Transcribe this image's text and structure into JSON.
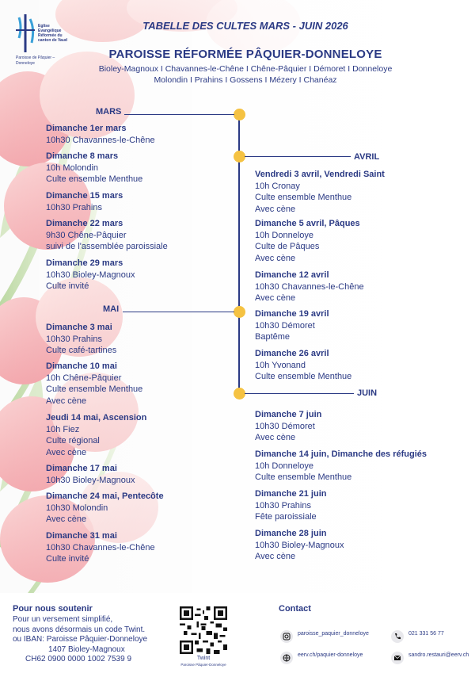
{
  "header": {
    "title": "TABELLE DES CULTES MARS - JUIN 2026",
    "parish": "PAROISSE RÉFORMÉE PÂQUIER-DONNELOYE",
    "villages_line1": "Bioley-Magnoux I Chavannes-le-Chêne I Chêne-Pâquier I Démoret I Donneloye",
    "villages_line2": "Molondin I Prahins I Gossens I Mézery I Chanéaz"
  },
  "logo": {
    "text": "Eglise Evangélique Réformée du canton de Vaud",
    "sub": "Paroisse de Pâquier – Donneloye"
  },
  "months": {
    "mars": "MARS",
    "avril": "AVRIL",
    "mai": "MAI",
    "juin": "JUIN"
  },
  "events": {
    "m1": {
      "date": "Dimanche 1er mars",
      "lines": [
        "10h30 Chavannes-le-Chêne"
      ]
    },
    "m2": {
      "date": "Dimanche 8 mars",
      "lines": [
        "10h Molondin",
        "Culte ensemble Menthue"
      ]
    },
    "m3": {
      "date": "Dimanche 15 mars",
      "lines": [
        "10h30 Prahins"
      ]
    },
    "m4": {
      "date": "Dimanche 22 mars",
      "lines": [
        "9h30 Chêne-Pâquier",
        "suivi de l'assemblée paroissiale"
      ]
    },
    "m5": {
      "date": "Dimanche 29 mars",
      "lines": [
        "10h30 Bioley-Magnoux",
        "Culte invité"
      ]
    },
    "a1": {
      "date": "Vendredi 3 avril, Vendredi Saint",
      "lines": [
        "10h Cronay",
        "Culte ensemble Menthue",
        "Avec cène"
      ]
    },
    "a2": {
      "date": "Dimanche 5 avril, Pâques",
      "lines": [
        "10h Donneloye",
        "Culte de Pâques",
        "Avec cène"
      ]
    },
    "a3": {
      "date": "Dimanche 12 avril",
      "lines": [
        "10h30 Chavannes-le-Chêne",
        "Avec cène"
      ]
    },
    "a4": {
      "date": "Dimanche 19 avril",
      "lines": [
        "10h30 Démoret",
        "Baptême"
      ]
    },
    "a5": {
      "date": "Dimanche 26 avril",
      "lines": [
        "10h Yvonand",
        "Culte ensemble Menthue"
      ]
    },
    "y1": {
      "date": "Dimanche 3 mai",
      "lines": [
        "10h30 Prahins",
        "Culte café-tartines"
      ]
    },
    "y2": {
      "date": "Dimanche 10 mai",
      "lines": [
        "10h Chêne-Pâquier",
        "Culte ensemble Menthue",
        "Avec cène"
      ]
    },
    "y3": {
      "date": "Jeudi 14 mai, Ascension",
      "lines": [
        "10h Fiez",
        "Culte régional",
        "Avec cène"
      ]
    },
    "y4": {
      "date": "Dimanche 17 mai",
      "lines": [
        "10h30 Bioley-Magnoux"
      ]
    },
    "y5": {
      "date": "Dimanche 24 mai, Pentecôte",
      "lines": [
        "10h30 Molondin",
        "Avec cène"
      ]
    },
    "y6": {
      "date": "Dimanche 31 mai",
      "lines": [
        "10h30 Chavannes-le-Chêne",
        "Culte invité"
      ]
    },
    "j1": {
      "date": "Dimanche 7 juin",
      "lines": [
        "10h30 Démoret",
        "Avec cène"
      ]
    },
    "j2": {
      "date": "Dimanche 14 juin, Dimanche des réfugiés",
      "lines": [
        "10h Donneloye",
        "Culte ensemble Menthue"
      ]
    },
    "j3": {
      "date": "Dimanche 21 juin",
      "lines": [
        "10h30 Prahins",
        "Fête paroissiale"
      ]
    },
    "j4": {
      "date": "Dimanche 28 juin",
      "lines": [
        "10h30 Bioley-Magnoux",
        "Avec cène"
      ]
    }
  },
  "support": {
    "title": "Pour nous soutenir",
    "line1": "Pour un versement simplifié,",
    "line2": "nous avons désormais un code Twint.",
    "line3": "ou IBAN: Paroisse Pâquier-Donneloye",
    "line4": "1407 Bioley-Magnoux",
    "line5": "CH62 0900 0000 1002 7539 9",
    "qr_label": "Twint",
    "qr_sub": "Paroisse Pâquier-Donneloye"
  },
  "contact": {
    "title": "Contact",
    "instagram": "paroisse_paquier_donneloye",
    "phone": "021 331 56 77",
    "web": "eerv.ch/paquier-donneloye",
    "email": "sandro.restauri@eerv.ch"
  },
  "colors": {
    "navy": "#2b3a84",
    "dot": "#f5c242",
    "petal": "#f4a9ae"
  }
}
